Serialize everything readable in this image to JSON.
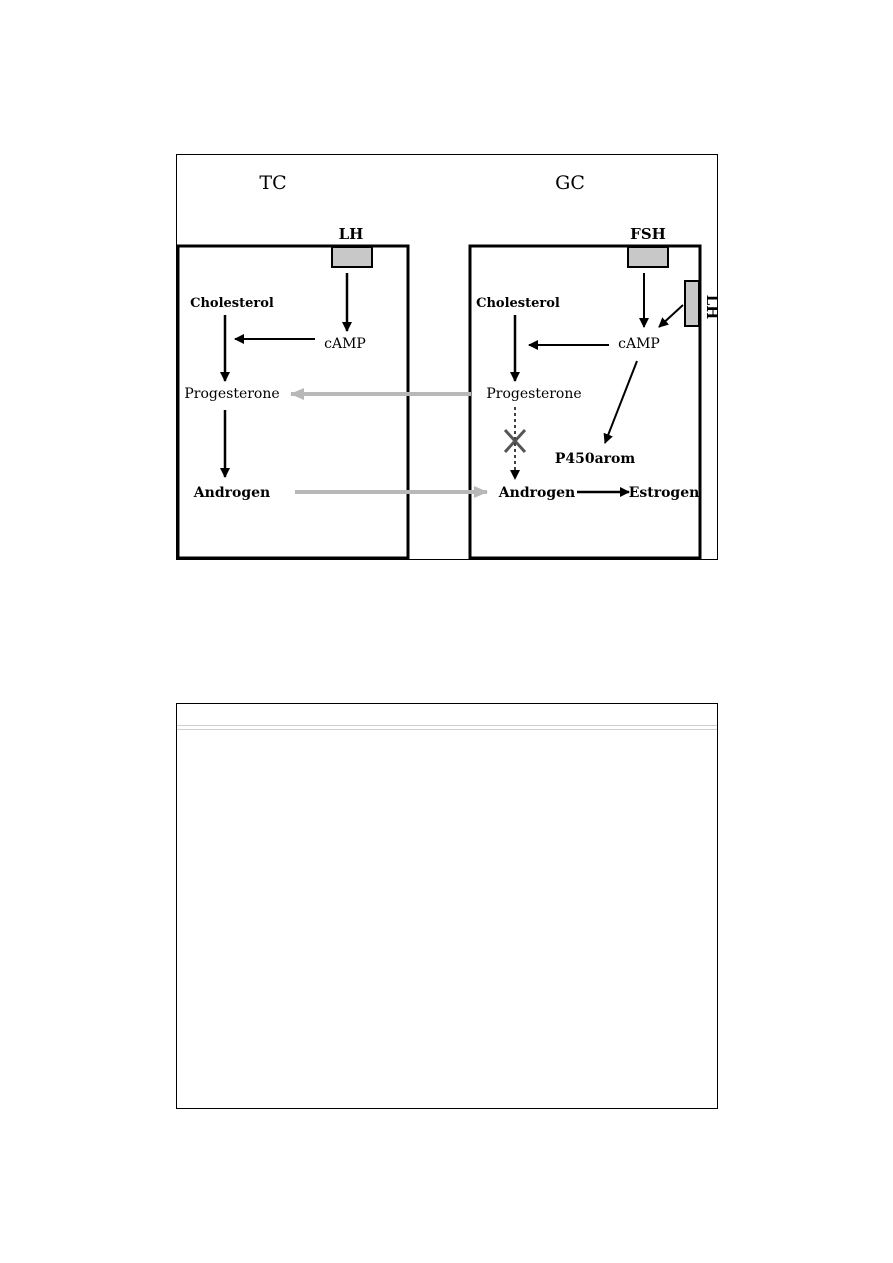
{
  "diagram": {
    "columns": {
      "tc": "TC",
      "gc": "GC"
    },
    "receptors": {
      "tc_top": "LH",
      "gc_top": "FSH",
      "gc_side": "LH"
    },
    "tc_nodes": {
      "cholesterol": "Cholesterol",
      "camp": "cAMP",
      "progesterone": "Progesterone",
      "androgen": "Androgen"
    },
    "gc_nodes": {
      "cholesterol": "Cholesterol",
      "camp": "cAMP",
      "progesterone": "Progesterone",
      "p450arom": "P450arom",
      "androgen": "Androgen",
      "estrogen": "Estrogen"
    },
    "blocked_mark": "X",
    "colors": {
      "receptor_fill": "#c8c8c8",
      "transfer_arrow": "#b8b8b8",
      "line": "#000000"
    }
  },
  "slide2": {}
}
